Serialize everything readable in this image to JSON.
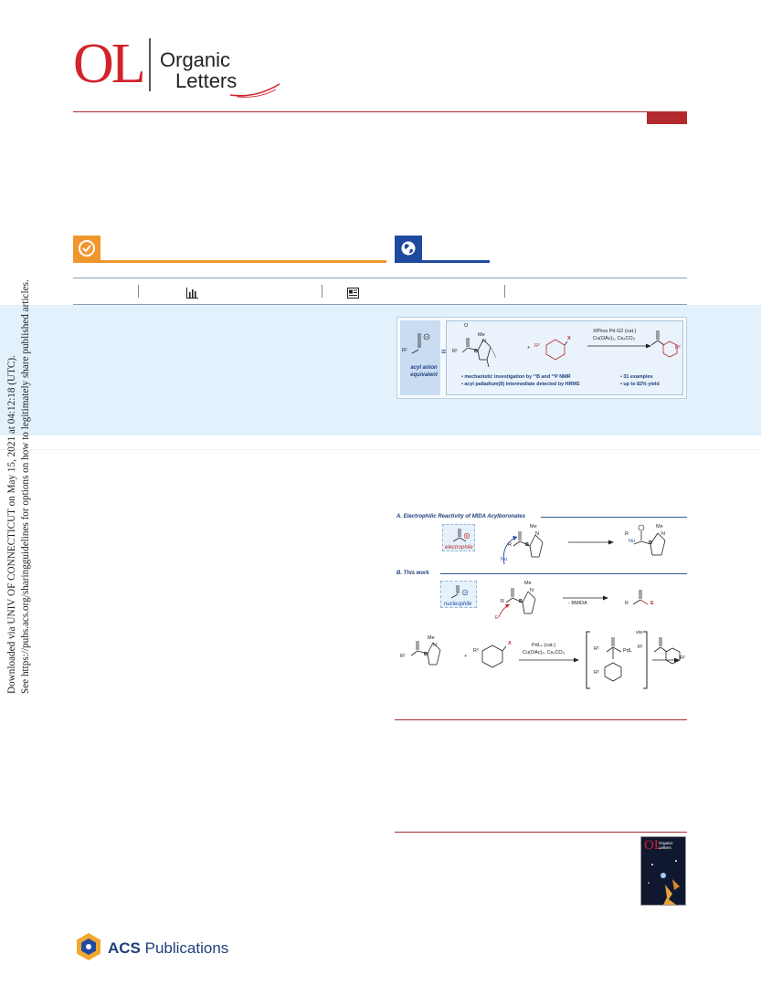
{
  "journal": {
    "logo_letters": "OL",
    "name_line1": "Organic",
    "name_line2": "Letters",
    "colors": {
      "brand_red": "#d0232b",
      "rule_red": "#b22a2e",
      "open_access_orange": "#f0962e",
      "global_blue": "#1f4aa0",
      "abstract_band": "#e2f1fb"
    }
  },
  "access_badges": [
    {
      "icon": "check-icon",
      "color": "#f0962e"
    },
    {
      "icon": "globe-icon",
      "color": "#1f4aa0"
    }
  ],
  "metrics_bar": {
    "icons": [
      "bar-chart-icon",
      "article-recommendations-icon"
    ]
  },
  "toc_graphic": {
    "left_caption": "acyl anion equivalent",
    "charge_symbol": "⊖",
    "r1": "R¹",
    "equiv_symbol": "≡",
    "me": "Me",
    "n": "N",
    "b": "B",
    "plus": "+",
    "r2": "R²",
    "x": "X",
    "catalyst": "XPhos Pd G2 (cat.)",
    "additives": "Cu(OAc)₂, Cs₂CO₃",
    "bullets_left": [
      "• mechanistic investigation by ¹¹B and ³¹P NMR",
      "• acyl palladium(II) intermediate detected by HRMS"
    ],
    "bullets_right": [
      "• 31 examples",
      "• up to 82% yield"
    ]
  },
  "scheme": {
    "section_a": "A. Electrophilic Reactivity of MIDA Acylboronates",
    "section_b": "B. This work",
    "electrophile_label": "electrophile",
    "nucleophile_label": "nucleophile",
    "nu": "Nu",
    "e": "E",
    "r": "R",
    "r1": "R¹",
    "r2": "R²",
    "me": "Me",
    "n": "N",
    "b": "B",
    "x": "X",
    "o": "O",
    "bmida": "- BMIDA",
    "catalyst": "PdLₙ (cat.)",
    "additives": "Cu(OAc)₂, Cs₂CO₃",
    "via": "via",
    "pdl": "PdL"
  },
  "side_watermark": {
    "line1": "Downloaded via UNIV OF CONNECTICUT on May 15, 2021 at 04:12:18 (UTC).",
    "line2": "See https://pubs.acs.org/sharingguidelines for options on how to legitimately share published articles."
  },
  "cover": {
    "letters": "OL",
    "line1": "Organic",
    "line2": "Letters"
  },
  "publisher": {
    "name_bold": "ACS",
    "name_rest": " Publications"
  }
}
